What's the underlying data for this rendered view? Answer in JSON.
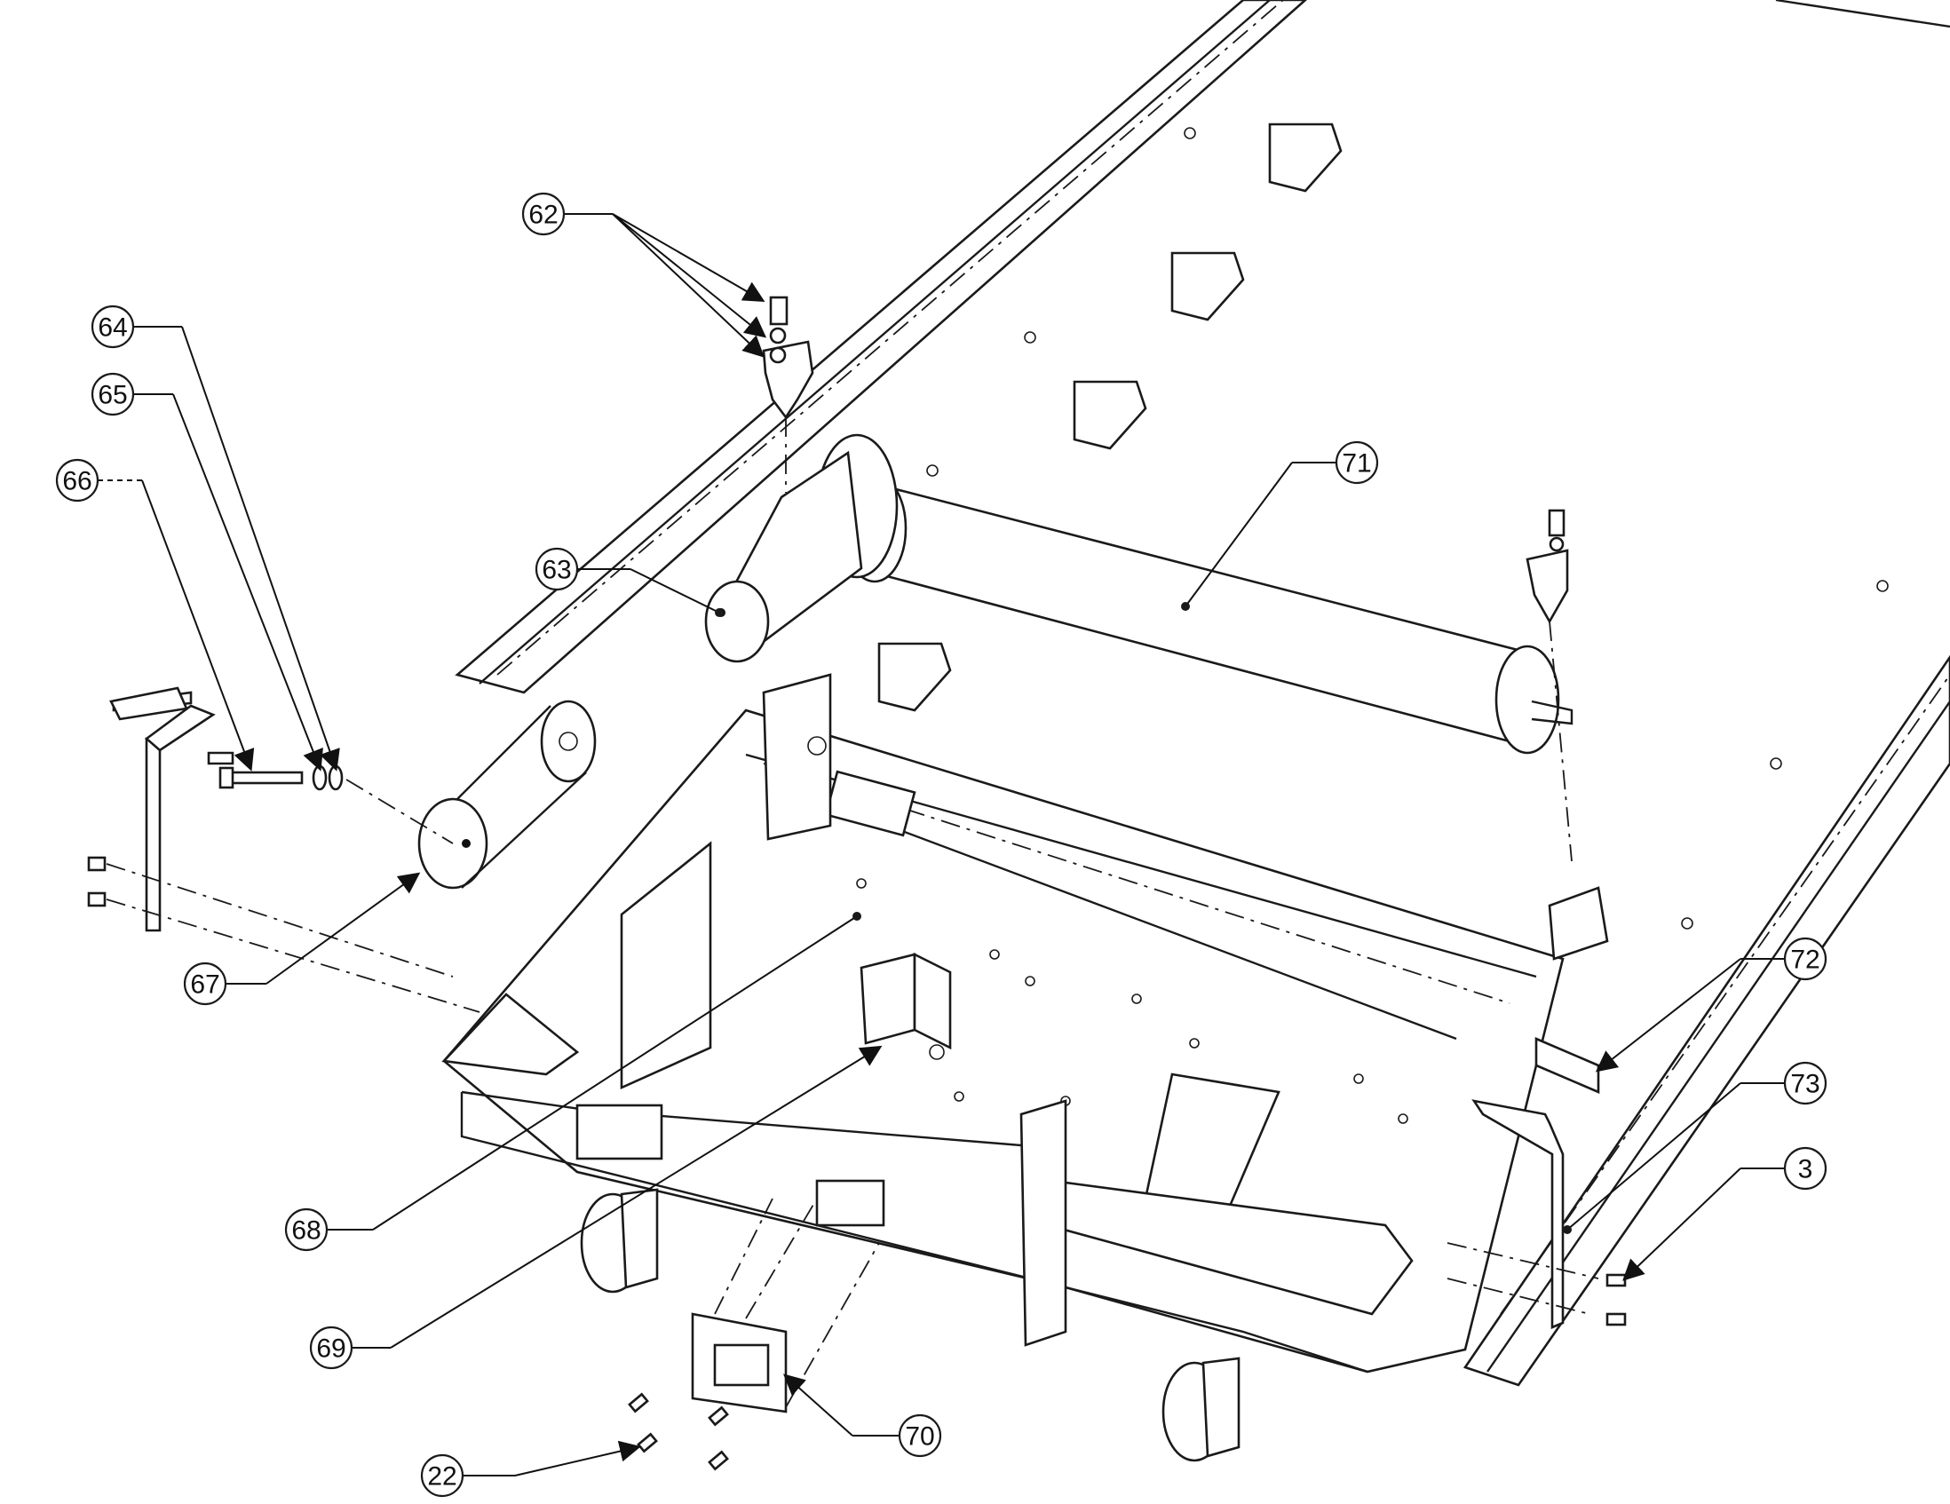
{
  "diagram": {
    "callouts": [
      {
        "id": "c62",
        "label": "62"
      },
      {
        "id": "c64",
        "label": "64"
      },
      {
        "id": "c65",
        "label": "65"
      },
      {
        "id": "c66",
        "label": "66"
      },
      {
        "id": "c63",
        "label": "63"
      },
      {
        "id": "c71",
        "label": "71"
      },
      {
        "id": "c67",
        "label": "67"
      },
      {
        "id": "c72",
        "label": "72"
      },
      {
        "id": "c73",
        "label": "73"
      },
      {
        "id": "c3",
        "label": "3"
      },
      {
        "id": "c68",
        "label": "68"
      },
      {
        "id": "c69",
        "label": "69"
      },
      {
        "id": "c70",
        "label": "70"
      },
      {
        "id": "c22",
        "label": "22"
      }
    ],
    "colors": {
      "ink": "#1a1a1a",
      "paper": "#ffffff"
    }
  }
}
